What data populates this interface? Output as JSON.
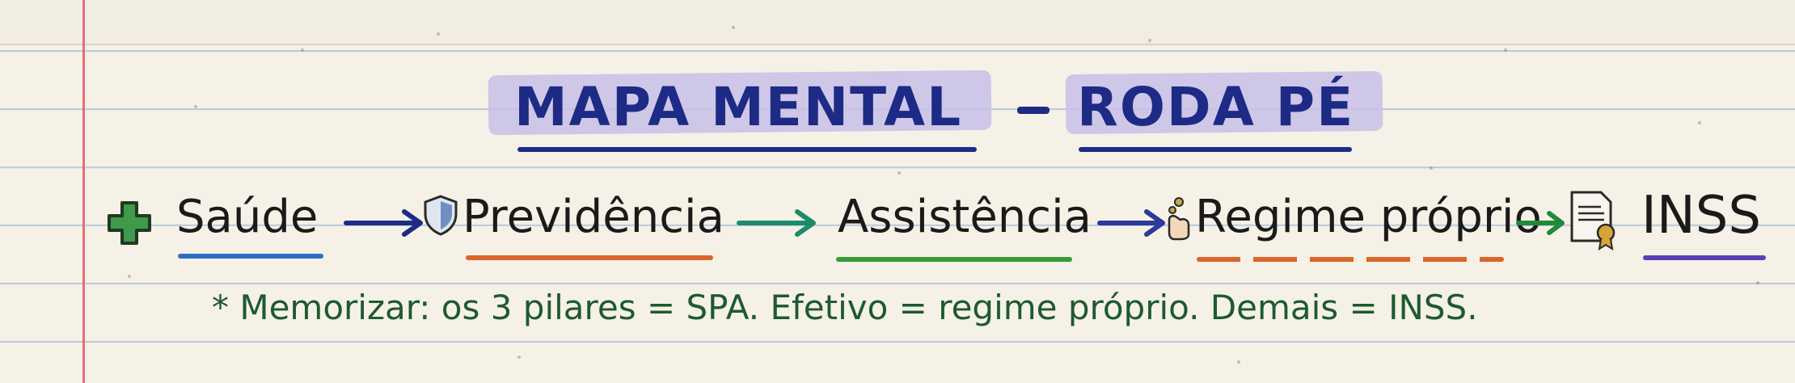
{
  "title": {
    "left": "MAPA MENTAL",
    "separator": "–",
    "right": "RODA PÉ"
  },
  "flow": {
    "nodes": [
      {
        "label": "Saúde",
        "icon": "green-cross-icon",
        "underline_color": "#2b6fc4"
      },
      {
        "label": "Previdência",
        "icon": "shield-icon",
        "underline_color": "#d9662a"
      },
      {
        "label": "Assistência",
        "icon": "",
        "underline_color": "#3a9a3a"
      },
      {
        "label": "Regime próprio",
        "icon": "hand-coins-icon",
        "underline_color": "#d9662a"
      },
      {
        "label": "INSS",
        "icon": "certificate-document-icon",
        "underline_color": "#5b3fb8"
      }
    ],
    "arrow_colors": [
      "#1d2b86",
      "#1f8a6a",
      "#2d3a9a",
      "#1f8a3a"
    ]
  },
  "note": "* Memorizar: os 3 pilares = SPA. Efetivo = regime próprio. Demais = INSS.",
  "colors": {
    "paper": "#f5f1e6",
    "rule_line": "#b9c9de",
    "margin_line": "#e0707c",
    "title_ink": "#1d2b86",
    "highlighter": "#c8bfe6",
    "note_ink": "#1e5a2e"
  }
}
